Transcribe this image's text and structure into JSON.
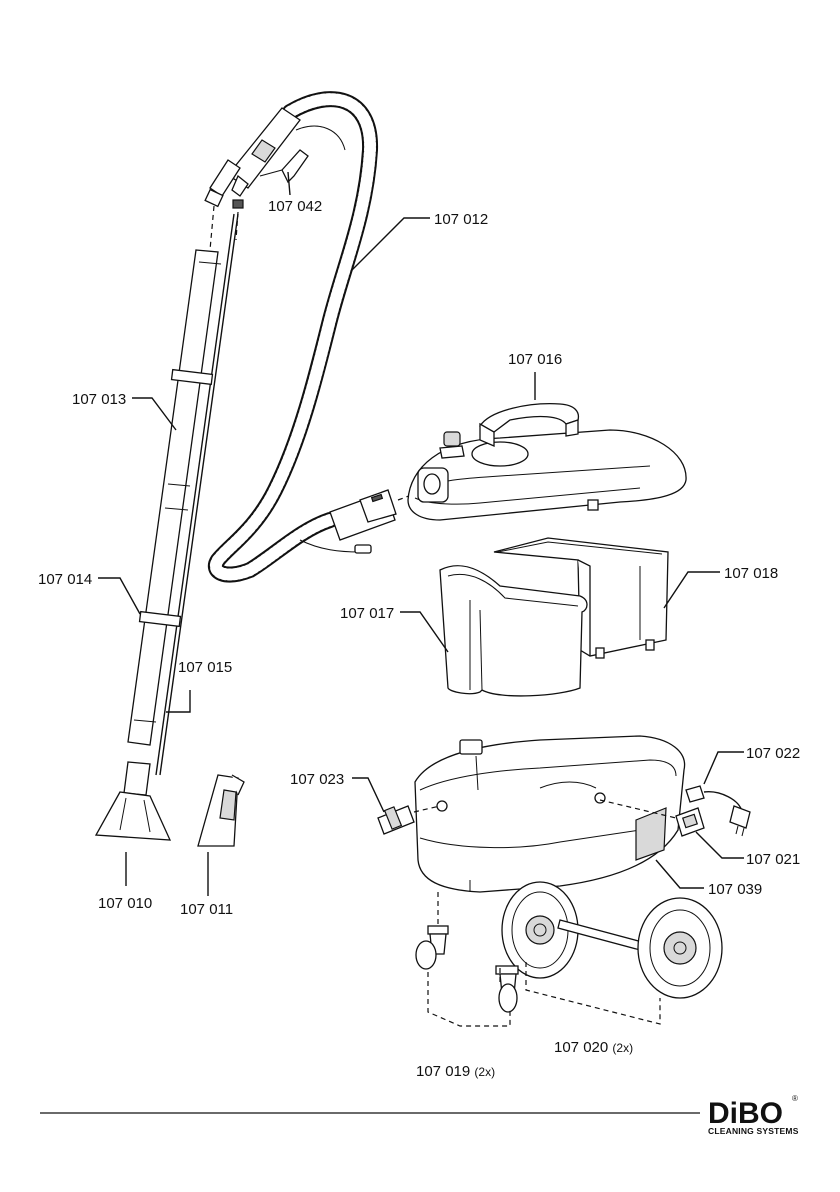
{
  "parts": {
    "p107042": "107 042",
    "p107012": "107 012",
    "p107016": "107 016",
    "p107013": "107 013",
    "p107014": "107 014",
    "p107018": "107 018",
    "p107017": "107 017",
    "p107015": "107 015",
    "p107022": "107 022",
    "p107023": "107 023",
    "p107021": "107 021",
    "p107039": "107 039",
    "p107010": "107 010",
    "p107011": "107 011",
    "p107020": "107 020",
    "p107020_qty": "(2x)",
    "p107019": "107 019",
    "p107019_qty": "(2x)"
  },
  "logo": {
    "brand": "DiBO",
    "registered": "®",
    "tagline": "CLEANING SYSTEMS"
  }
}
